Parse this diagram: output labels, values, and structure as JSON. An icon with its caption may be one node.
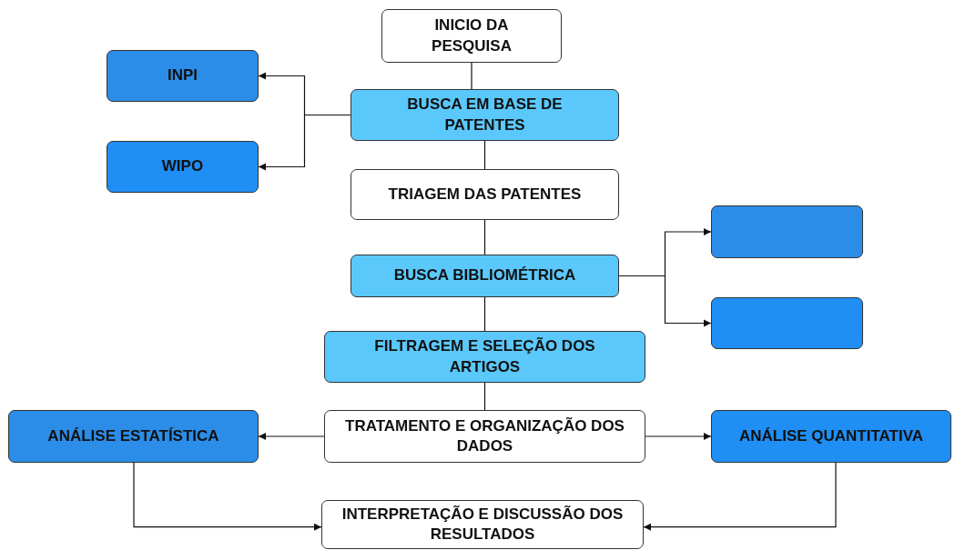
{
  "diagram": {
    "nodes": [
      {
        "text": [
          "INICIO DA PESQUISA"
        ]
      },
      {
        "text": [
          "BUSCA EM BASE DE PATENTES"
        ]
      },
      {
        "text": [
          "INPI"
        ]
      },
      {
        "text": [
          "WIPO"
        ]
      },
      {
        "text": [
          "TRIAGEM DAS PATENTES"
        ]
      },
      {
        "text": [
          "BUSCA BIBLIOMÉTRICA"
        ]
      },
      {
        "text": [],
        "shape": "box"
      },
      {
        "text": [],
        "shape": "box"
      },
      {
        "text": [
          "FILTRAGEM E SELEÇÃO DOS ARTIGOS"
        ]
      },
      {
        "text": [
          "TRATAMENTO E ORGANIZAÇÃO DOS DADOS"
        ]
      },
      {
        "text": [
          "ANÁLISE ESTATÍSTICA"
        ]
      },
      {
        "text": [
          "ANÁLISE QUANTITATIVA"
        ]
      },
      {
        "text": [
          "INTERPRETAÇÃO E DISCUSSÃO DOS RESULTADOS"
        ]
      }
    ],
    "edges": [
      {
        "from": 0,
        "to": 1,
        "arrow": "none"
      },
      {
        "from": 1,
        "to": 2,
        "arrow": "to"
      },
      {
        "from": 1,
        "to": 3,
        "arrow": "to"
      },
      {
        "from": 1,
        "to": 4,
        "arrow": "none"
      },
      {
        "from": 4,
        "to": 5,
        "arrow": "none"
      },
      {
        "from": 5,
        "to": 6,
        "arrow": "to"
      },
      {
        "from": 5,
        "to": 7,
        "arrow": "to"
      },
      {
        "from": 5,
        "to": 8,
        "arrow": "none"
      },
      {
        "from": 8,
        "to": 9,
        "arrow": "none"
      },
      {
        "from": 9,
        "to": 10,
        "arrow": "to"
      },
      {
        "from": 9,
        "to": 11,
        "arrow": "to"
      },
      {
        "from": 10,
        "to": 12,
        "arrow": "to"
      },
      {
        "from": 11,
        "to": 12,
        "arrow": "to"
      }
    ]
  }
}
